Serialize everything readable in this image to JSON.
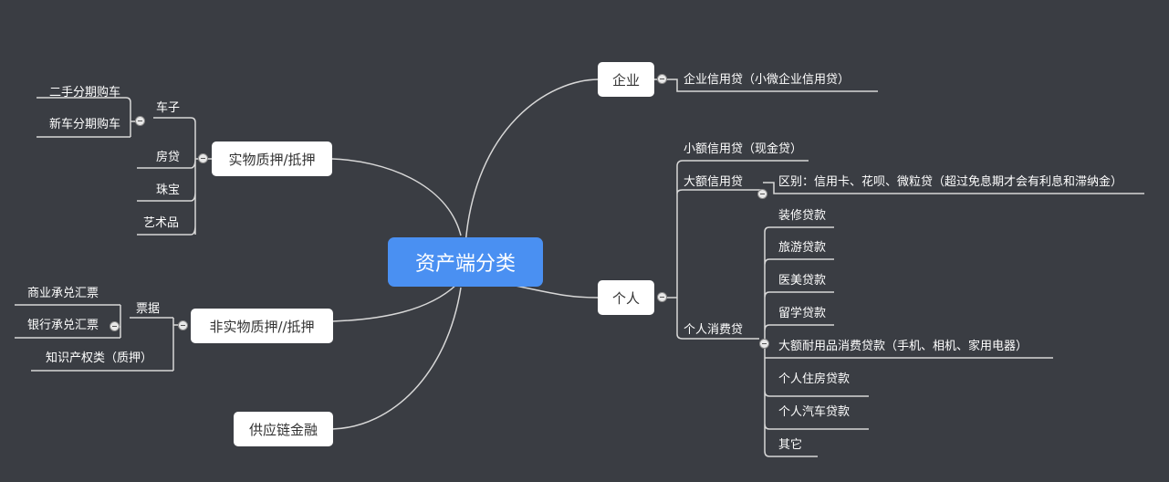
{
  "root": {
    "label": "资产端分类"
  },
  "right": {
    "enterprise": {
      "label": "企业",
      "children": [
        "企业信用贷（小微企业信用贷）"
      ]
    },
    "personal": {
      "label": "个人",
      "small_credit": "小额信用贷（现金贷）",
      "large_credit": {
        "label": "大额信用贷",
        "note": "区别：信用卡、花呗、微粒贷（超过免息期才会有利息和滞纳金）"
      },
      "consumer": {
        "label": "个人消费贷",
        "items": [
          "装修贷款",
          "旅游贷款",
          "医美贷款",
          "留学贷款",
          "大额耐用品消费贷款（手机、相机、家用电器）",
          "个人住房贷款",
          "个人汽车贷款",
          "其它"
        ]
      }
    }
  },
  "left": {
    "physical": {
      "label": "实物质押/抵押",
      "car": {
        "label": "车子",
        "items": [
          "二手分期购车",
          "新车分期购车"
        ]
      },
      "others": [
        "房贷",
        "珠宝",
        "艺术品"
      ]
    },
    "nonphysical": {
      "label": "非实物质押//抵押",
      "bills": {
        "label": "票据",
        "items": [
          "商业承兑汇票",
          "银行承兑汇票"
        ]
      },
      "ip": "知识产权类（质押）"
    },
    "supply_chain": {
      "label": "供应链金融"
    }
  },
  "colors": {
    "background": "#3a3d43",
    "root": "#4a90f2",
    "line": "#d8d8d8",
    "text": "#ffffff"
  }
}
